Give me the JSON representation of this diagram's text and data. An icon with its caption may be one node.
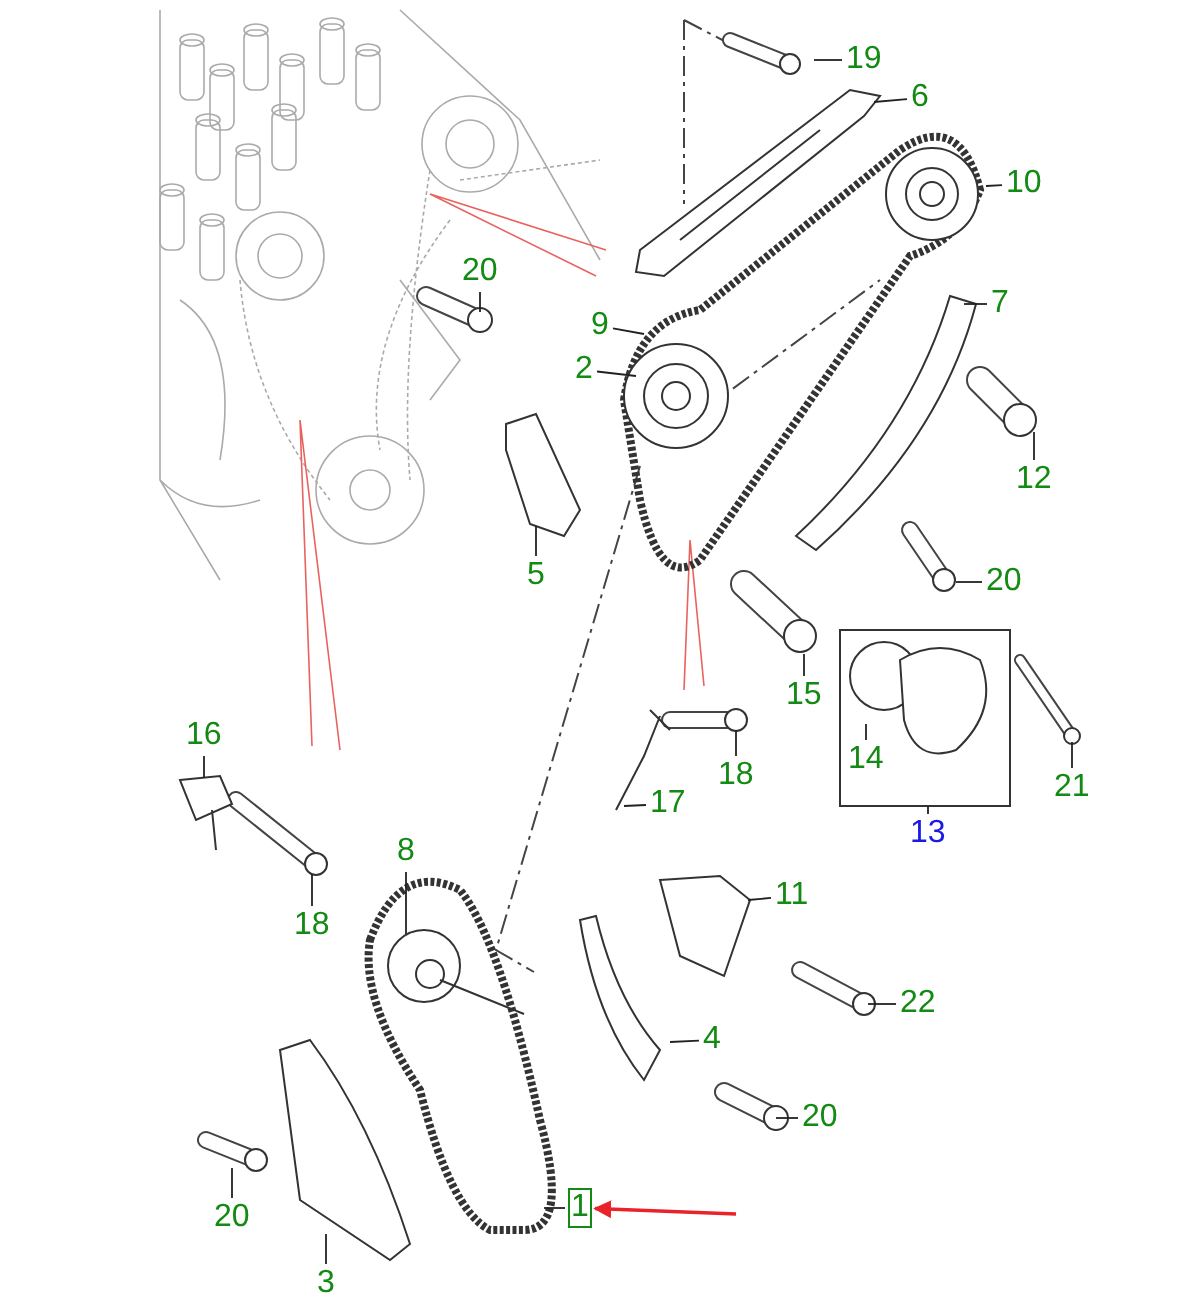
{
  "diagram": {
    "nodes": [
      {
        "text": [
          "19"
        ]
      },
      {
        "text": [
          "6"
        ]
      },
      {
        "text": [
          "10"
        ]
      },
      {
        "text": [
          "20"
        ]
      },
      {
        "text": [
          "9"
        ]
      },
      {
        "text": [
          "7"
        ]
      },
      {
        "text": [
          "2"
        ]
      },
      {
        "text": [
          "12"
        ]
      },
      {
        "text": [
          "5"
        ]
      },
      {
        "text": [
          "20"
        ]
      },
      {
        "text": [
          "15"
        ]
      },
      {
        "text": [
          "14"
        ]
      },
      {
        "text": [
          "21"
        ]
      },
      {
        "text": [
          "13"
        ]
      },
      {
        "text": [
          "16"
        ]
      },
      {
        "text": [
          "18"
        ]
      },
      {
        "text": [
          "17"
        ]
      },
      {
        "text": [
          "18"
        ]
      },
      {
        "text": [
          "8"
        ]
      },
      {
        "text": [
          "11"
        ]
      },
      {
        "text": [
          "22"
        ]
      },
      {
        "text": [
          "4"
        ]
      },
      {
        "text": [
          "20"
        ]
      },
      {
        "text": [
          "20"
        ]
      },
      {
        "text": [
          "3"
        ]
      },
      {
        "text": [
          "1"
        ]
      }
    ],
    "edges": [
      {
        "from": 0,
        "to": null,
        "arrow": "none"
      },
      {
        "from": 1,
        "to": null,
        "arrow": "none"
      },
      {
        "from": 2,
        "to": null,
        "arrow": "none"
      },
      {
        "from": 3,
        "to": null,
        "arrow": "none"
      },
      {
        "from": 4,
        "to": null,
        "arrow": "none"
      },
      {
        "from": 5,
        "to": null,
        "arrow": "none"
      },
      {
        "from": 6,
        "to": null,
        "arrow": "none"
      },
      {
        "from": 7,
        "to": null,
        "arrow": "none"
      },
      {
        "from": 8,
        "to": null,
        "arrow": "none"
      },
      {
        "from": 9,
        "to": null,
        "arrow": "none"
      },
      {
        "from": 10,
        "to": null,
        "arrow": "none"
      },
      {
        "from": 11,
        "to": null,
        "arrow": "none"
      },
      {
        "from": 12,
        "to": null,
        "arrow": "none"
      },
      {
        "from": 13,
        "to": null,
        "arrow": "none"
      },
      {
        "from": 14,
        "to": null,
        "arrow": "none"
      },
      {
        "from": 15,
        "to": null,
        "arrow": "none"
      },
      {
        "from": 16,
        "to": null,
        "arrow": "none"
      },
      {
        "from": 17,
        "to": null,
        "arrow": "none"
      },
      {
        "from": 18,
        "to": null,
        "arrow": "none"
      },
      {
        "from": 19,
        "to": null,
        "arrow": "none"
      },
      {
        "from": 20,
        "to": null,
        "arrow": "none"
      },
      {
        "from": 21,
        "to": null,
        "arrow": "none"
      },
      {
        "from": 22,
        "to": null,
        "arrow": "none"
      },
      {
        "from": 23,
        "to": null,
        "arrow": "none"
      },
      {
        "from": 24,
        "to": null,
        "arrow": "none"
      },
      {
        "from": 25,
        "to": null,
        "arrow": "none"
      },
      {
        "from": null,
        "to": 25,
        "arrow": "to",
        "color": "#e8232a"
      }
    ]
  }
}
